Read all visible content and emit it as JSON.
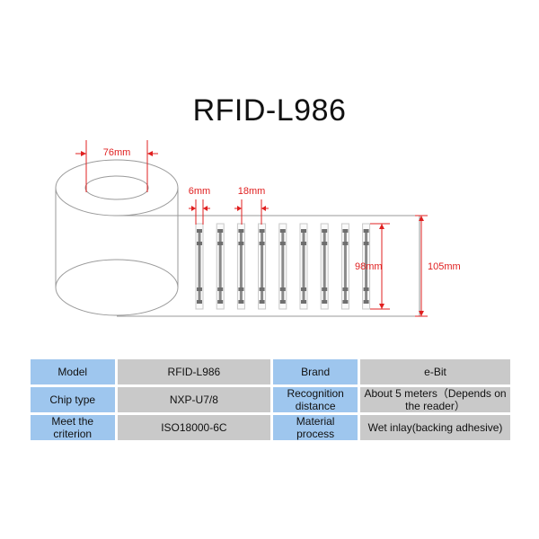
{
  "title": "RFID-L986",
  "dimensions": {
    "core": "76mm",
    "label_width": "6mm",
    "pitch": "18mm",
    "inlay_height": "98mm",
    "roll_width": "105mm"
  },
  "specs": [
    {
      "label": "Model",
      "value": "RFID-L986",
      "label2": "Brand",
      "value2": "e-Bit"
    },
    {
      "label": "Chip type",
      "value": "NXP-U7/8",
      "label2": "Recognition distance",
      "value2": "About 5 meters（Depends on the reader）"
    },
    {
      "label": "Meet the criterion",
      "value": "ISO18000-6C",
      "label2": "Material process",
      "value2": "Wet inlay(backing adhesive)"
    }
  ]
}
